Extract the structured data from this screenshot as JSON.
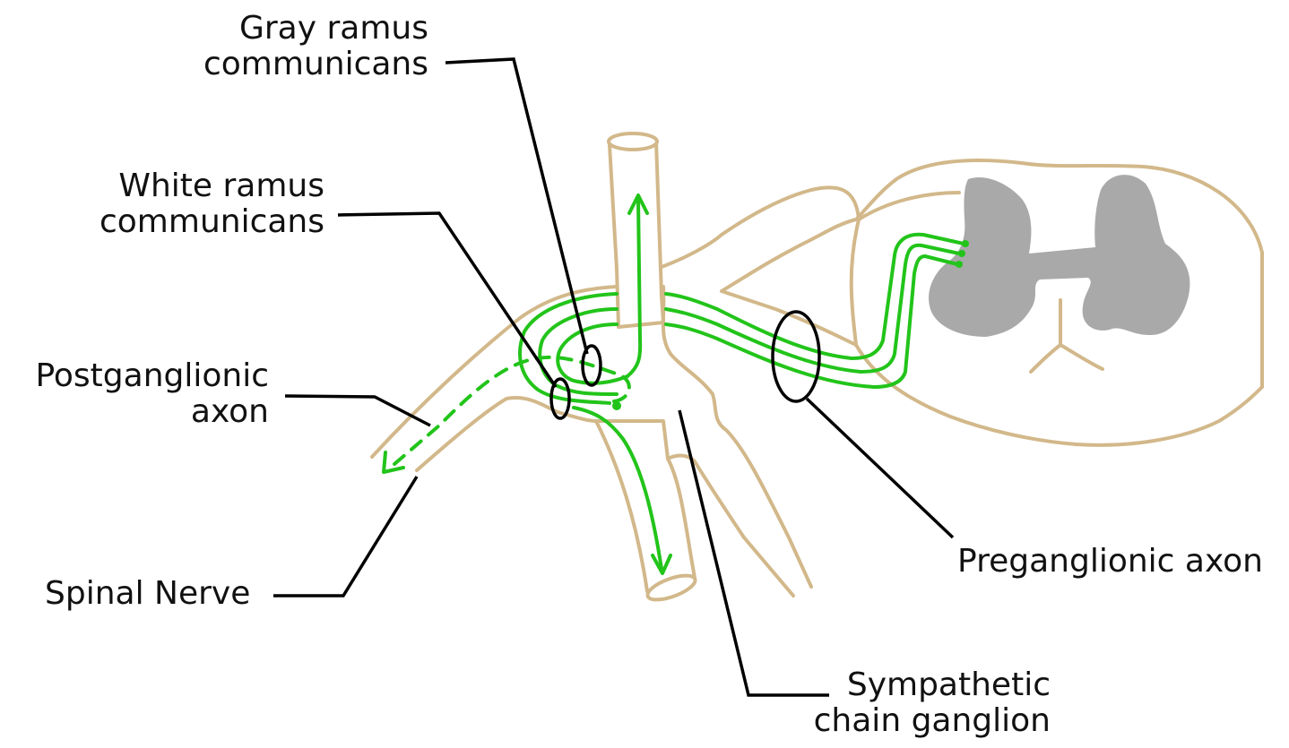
{
  "labels": {
    "gray_ramus": [
      "Gray ramus",
      "communicans"
    ],
    "white_ramus": [
      "White ramus",
      "communicans"
    ],
    "postganglionic": [
      "Postganglionic",
      "axon"
    ],
    "spinal_nerve": [
      "Spinal Nerve"
    ],
    "preganglionic": [
      "Preganglionic axon"
    ],
    "sympathetic": [
      "Sympathetic",
      "chain ganglion"
    ]
  },
  "colors": {
    "nerve_outline": "#d2b88a",
    "axon": "#22c41a",
    "gray_matter": "#a9a9a9",
    "leader": "#000000"
  }
}
